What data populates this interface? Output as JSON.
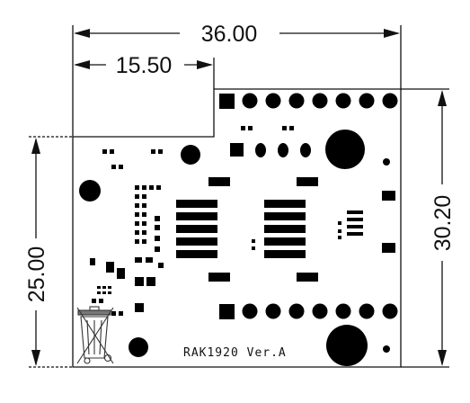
{
  "dimensions": {
    "overall_width": "36.00",
    "offset_width": "15.50",
    "left_height": "25.00",
    "right_height": "30.20"
  },
  "board": {
    "silkscreen": "RAK1920 Ver.A"
  },
  "icons": {
    "weee": "crossed-out-bin-icon"
  }
}
